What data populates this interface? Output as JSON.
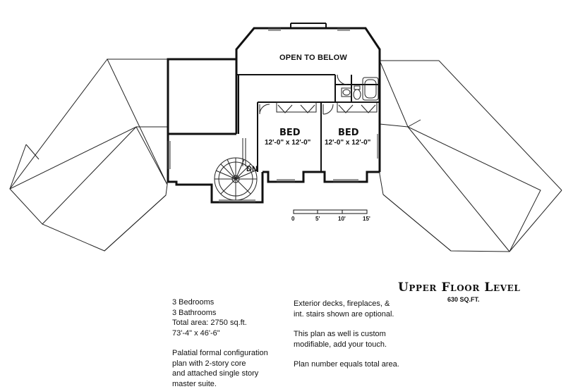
{
  "plan": {
    "open_label": "OPEN TO BELOW",
    "bed1": {
      "name": "BED",
      "dims": "12'-0\" x 12'-0\""
    },
    "bed2": {
      "name": "BED",
      "dims": "12'-0\" x 12'-0\""
    },
    "stair_label": "DN",
    "scale_ticks": [
      "0",
      "5'",
      "10'",
      "15'"
    ]
  },
  "title": {
    "heading": "Upper Floor Level",
    "area": "630 SQ.FT."
  },
  "notes_left": {
    "bedrooms": "3 Bedrooms",
    "bathrooms": "3 Bathrooms",
    "total_area": "Total area: 2750 sq.ft.",
    "dimensions": "73'-4\" x 46'-6\"",
    "desc_1": "Palatial formal configuration",
    "desc_2": "plan with 2-story core",
    "desc_3": "and attached single story",
    "desc_4": "master suite."
  },
  "notes_right": {
    "opt_1": "Exterior decks, fireplaces, &",
    "opt_2": "int. stairs shown are optional.",
    "custom_1": "This plan as well is custom",
    "custom_2": "modifiable, add your touch.",
    "plan_number": "Plan number equals total area."
  }
}
